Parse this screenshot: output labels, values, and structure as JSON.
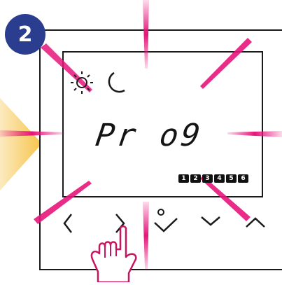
{
  "step": {
    "number": "2"
  },
  "display": {
    "mode_text": "Pr o9",
    "days": [
      "1",
      "2",
      "3",
      "4",
      "5",
      "6"
    ],
    "icons": [
      "sun-icon",
      "moon-icon"
    ],
    "flashing": true
  },
  "buttons": [
    {
      "name": "left-button",
      "icon": "chevron-left-icon"
    },
    {
      "name": "right-button",
      "icon": "chevron-right-icon"
    },
    {
      "name": "confirm-button",
      "icon": "check-icon"
    },
    {
      "name": "down-button",
      "icon": "chevron-down-icon"
    },
    {
      "name": "up-button",
      "icon": "chevron-up-icon"
    }
  ],
  "colors": {
    "badge": "#2b3d8e",
    "flash": "#e6157a",
    "arrow": "#f5c34a",
    "frame": "#1a1a1a",
    "hand": "#c8155f"
  }
}
